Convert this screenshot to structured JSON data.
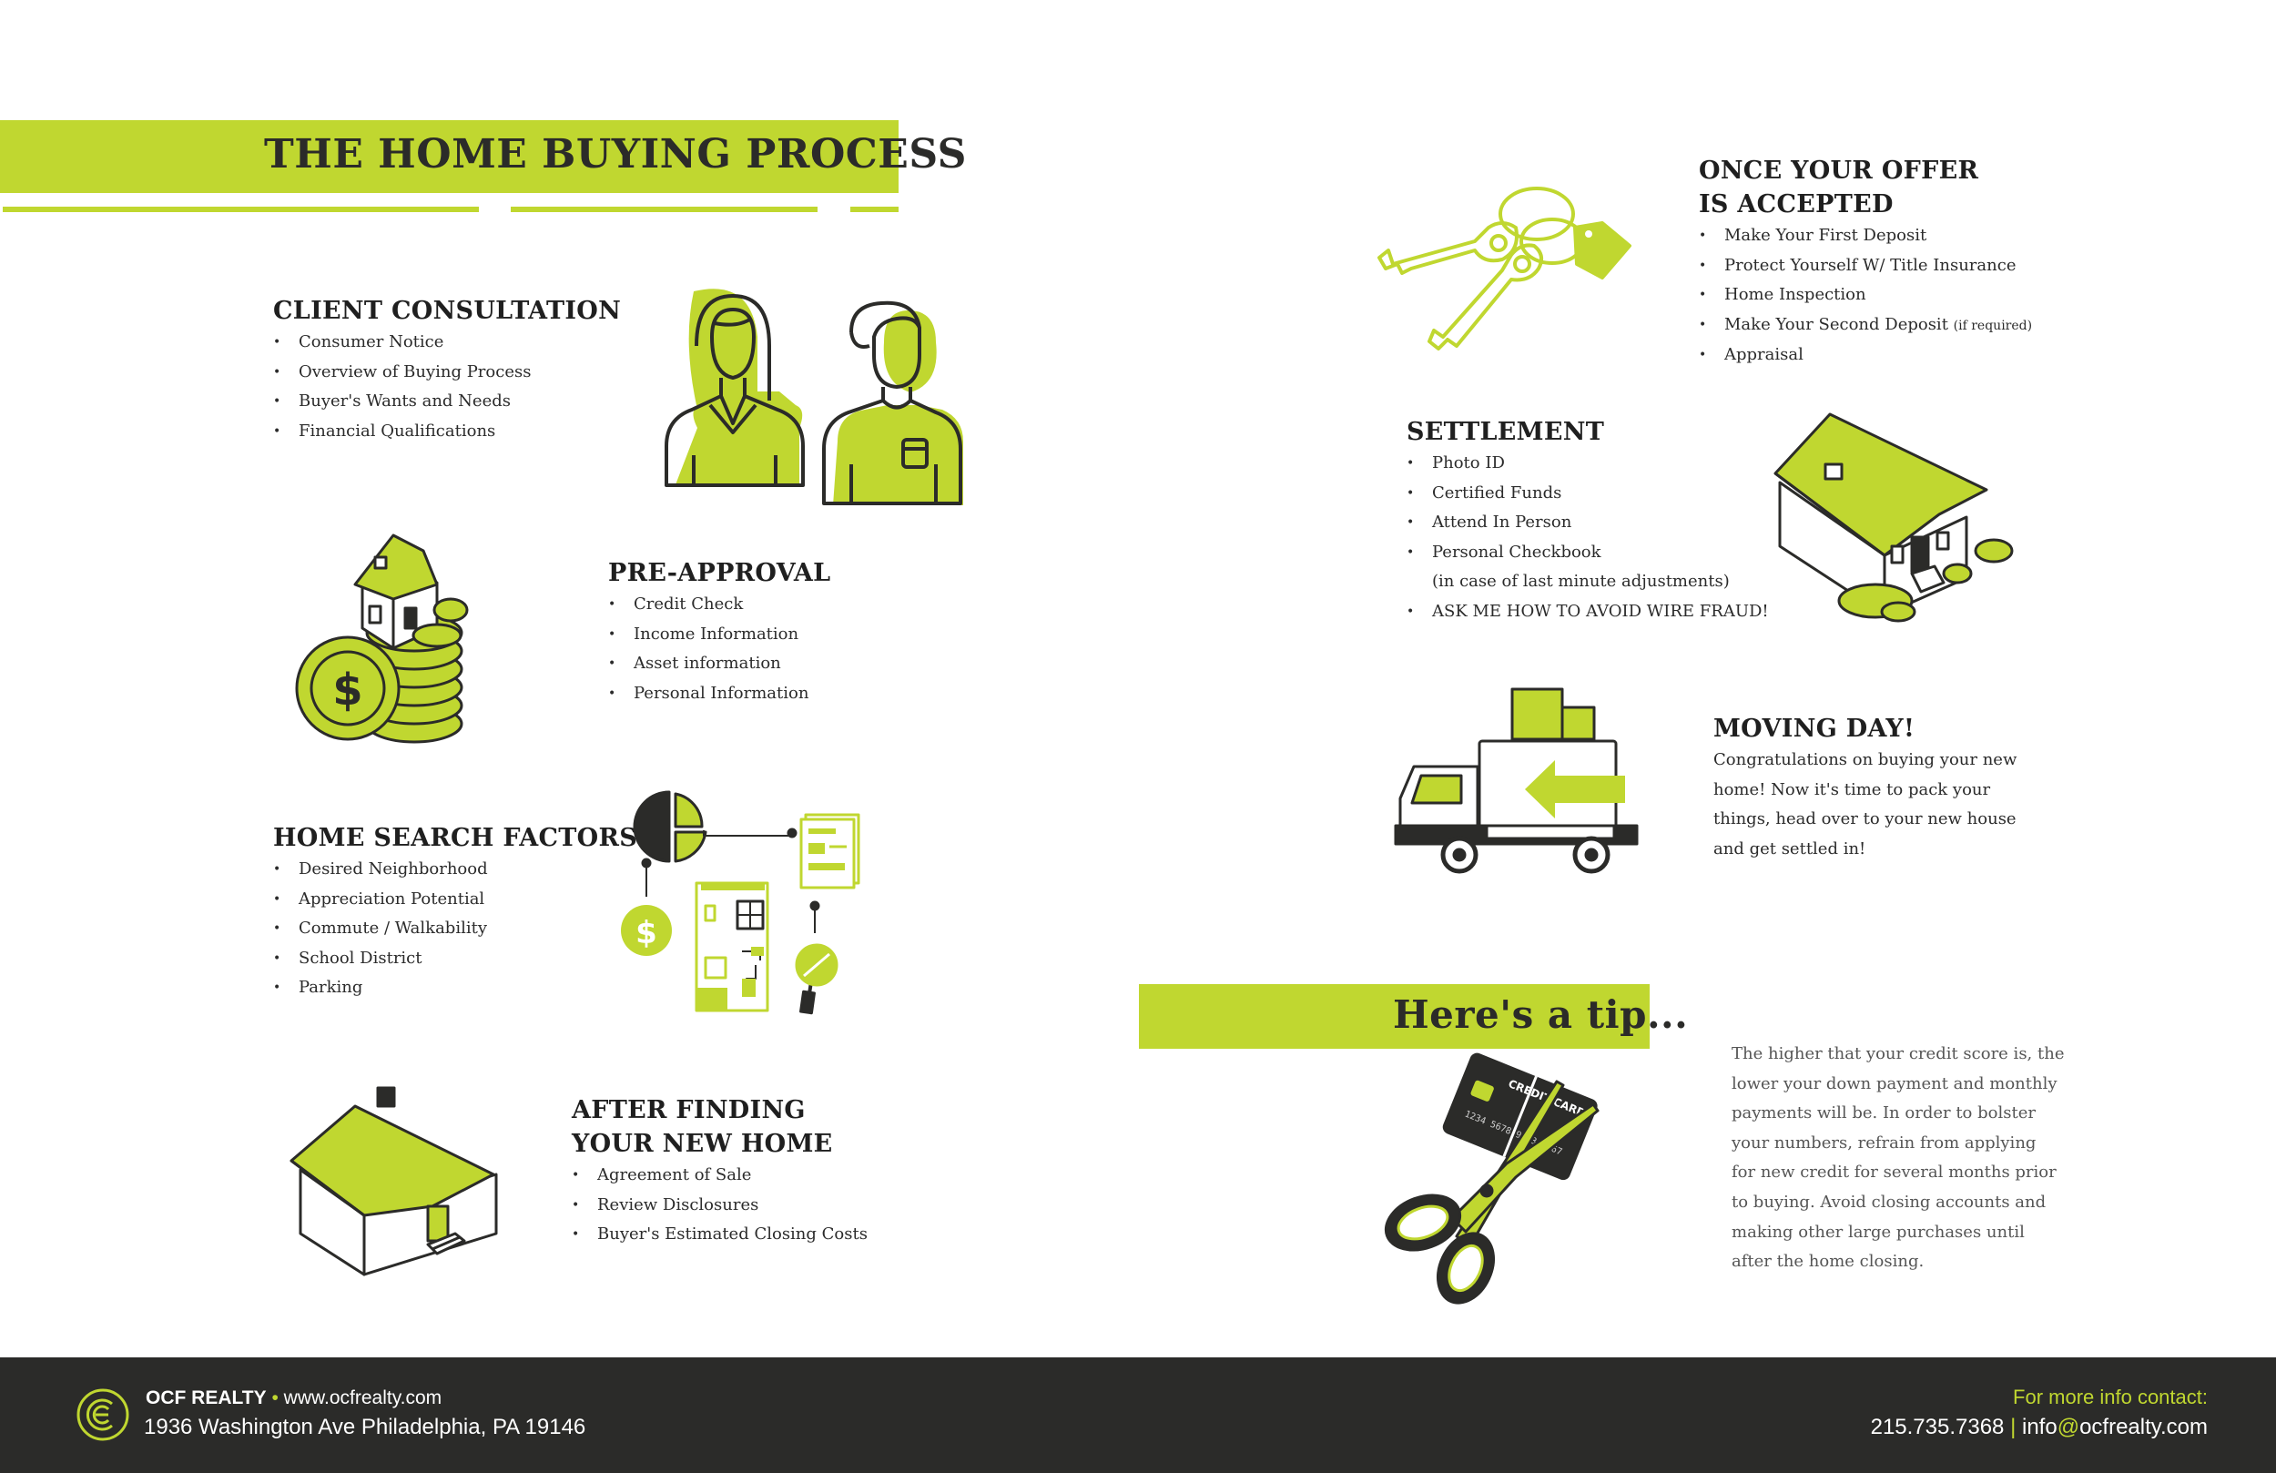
{
  "title": "THE HOME BUYING PROCESS",
  "sections": {
    "client_consultation": {
      "title": "CLIENT CONSULTATION",
      "items": [
        "Consumer Notice",
        "Overview of Buying Process",
        "Buyer's Wants and Needs",
        "Financial Qualifications"
      ]
    },
    "pre_approval": {
      "title": "PRE-APPROVAL",
      "items": [
        "Credit Check",
        "Income Information",
        "Asset information",
        "Personal Information"
      ]
    },
    "home_search": {
      "title": "HOME SEARCH FACTORS",
      "items": [
        "Desired Neighborhood",
        "Appreciation Potential",
        "Commute / Walkability",
        "School District",
        "Parking"
      ]
    },
    "after_finding": {
      "title_line1": "AFTER FINDING",
      "title_line2": "YOUR NEW HOME",
      "items": [
        "Agreement of Sale",
        "Review Disclosures",
        "Buyer's Estimated Closing Costs"
      ]
    },
    "offer_accepted": {
      "title_line1": "ONCE YOUR OFFER",
      "title_line2": "IS ACCEPTED",
      "items": [
        "Make Your First Deposit",
        "Protect Yourself W/ Title Insurance",
        "Home Inspection",
        "Make Your Second Deposit",
        "Appraisal"
      ],
      "second_deposit_note": "(if required)"
    },
    "settlement": {
      "title": "SETTLEMENT",
      "items": [
        "Photo ID",
        "Certified Funds",
        "Attend In Person",
        "Personal Checkbook"
      ],
      "checkbook_note": "(in case of last minute adjustments)",
      "wire_fraud": "ASK ME HOW TO AVOID WIRE FRAUD!"
    },
    "moving_day": {
      "title": "MOVING DAY!",
      "text_lines": [
        "Congratulations on buying your new",
        "home! Now it's time to pack your",
        "things, head over to your new house",
        "and get settled in!"
      ]
    }
  },
  "tip": {
    "heading": "Here's a tip...",
    "text_lines": [
      "The higher that your credit score is, the",
      "lower your down payment and monthly",
      "payments will be. In order to bolster",
      "your numbers, refrain from applying",
      "for new credit for several months prior",
      "to buying. Avoid closing accounts and",
      "making other large purchases until",
      "after the home closing."
    ],
    "card_label": "CREDIT CARD",
    "card_number": "1234 5678 9123 4567"
  },
  "footer": {
    "company": "OCF REALTY",
    "bullet": "•",
    "website": "www.ocfrealty.com",
    "address": "1936 Washington Ave Philadelphia, PA 19146",
    "contact_label": "For more info contact:",
    "phone": "215.735.7368",
    "separator": "|",
    "email_user": "info",
    "email_at": "@",
    "email_domain": "ocfrealty.com"
  },
  "colors": {
    "accent": "#c0d730",
    "dark": "#2b2b29",
    "footer_bg": "#2b2b29",
    "footer_accent": "#c0d730"
  },
  "icons": [
    "consultants-icon",
    "money-house-icon",
    "home-search-icon",
    "new-home-icon",
    "keys-icon",
    "settlement-house-icon",
    "moving-truck-icon",
    "cut-credit-card-icon",
    "ocf-logo-icon"
  ]
}
